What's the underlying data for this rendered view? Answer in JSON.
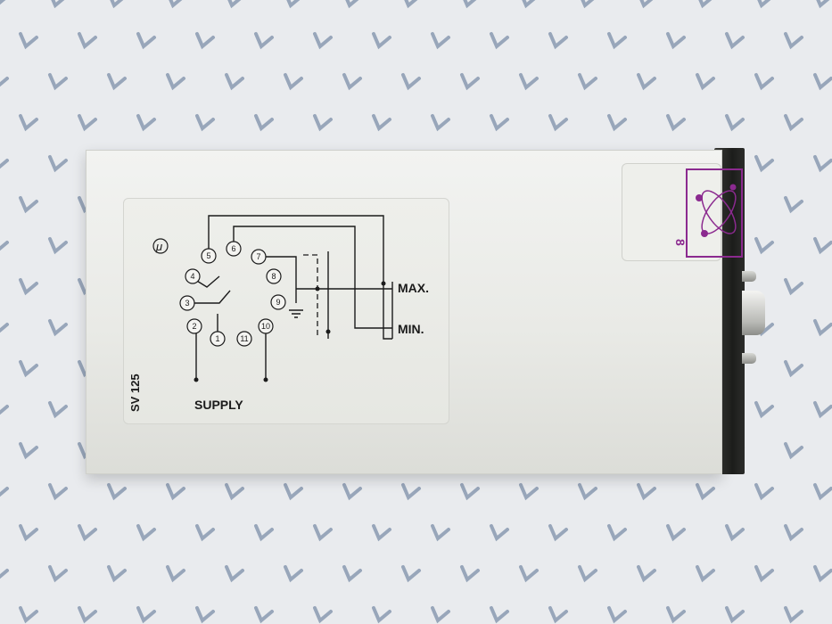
{
  "device": {
    "model": "SV 125",
    "supply_label": "SUPPLY",
    "max_label": "MAX.",
    "min_label": "MIN.",
    "logo_symbol": "μ",
    "logo_number": "8",
    "terminals": [
      "1",
      "2",
      "3",
      "4",
      "5",
      "6",
      "7",
      "8",
      "9",
      "10",
      "11"
    ]
  },
  "colors": {
    "housing": "#eceded",
    "socket": "#232422",
    "logo_purple": "#8b2a8f",
    "background_fabric": "#e9ebee",
    "pattern_mark": "#7c8fa8"
  }
}
